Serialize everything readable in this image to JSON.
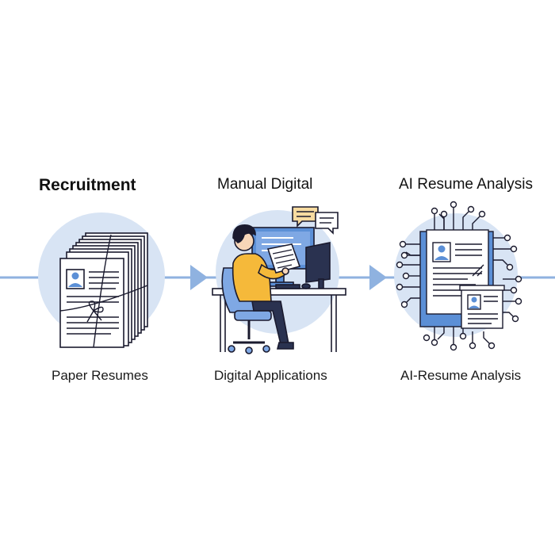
{
  "stages": [
    {
      "title": "Recruitment",
      "caption": "Paper Resumes",
      "icon": "paper-resume-stack-icon"
    },
    {
      "title": "Manual Digital",
      "caption": "Digital Applications",
      "icon": "person-at-computer-icon"
    },
    {
      "title": "AI Resume Analysis",
      "caption": "AI-Resume Analysis",
      "icon": "ai-circuit-resume-icon"
    }
  ],
  "colors": {
    "circle_fill": "#d8e4f4",
    "arrow": "#8fb2e0",
    "accent_blue": "#5b8fd6",
    "shirt": "#f5b93a",
    "ink": "#1a1a2e"
  }
}
